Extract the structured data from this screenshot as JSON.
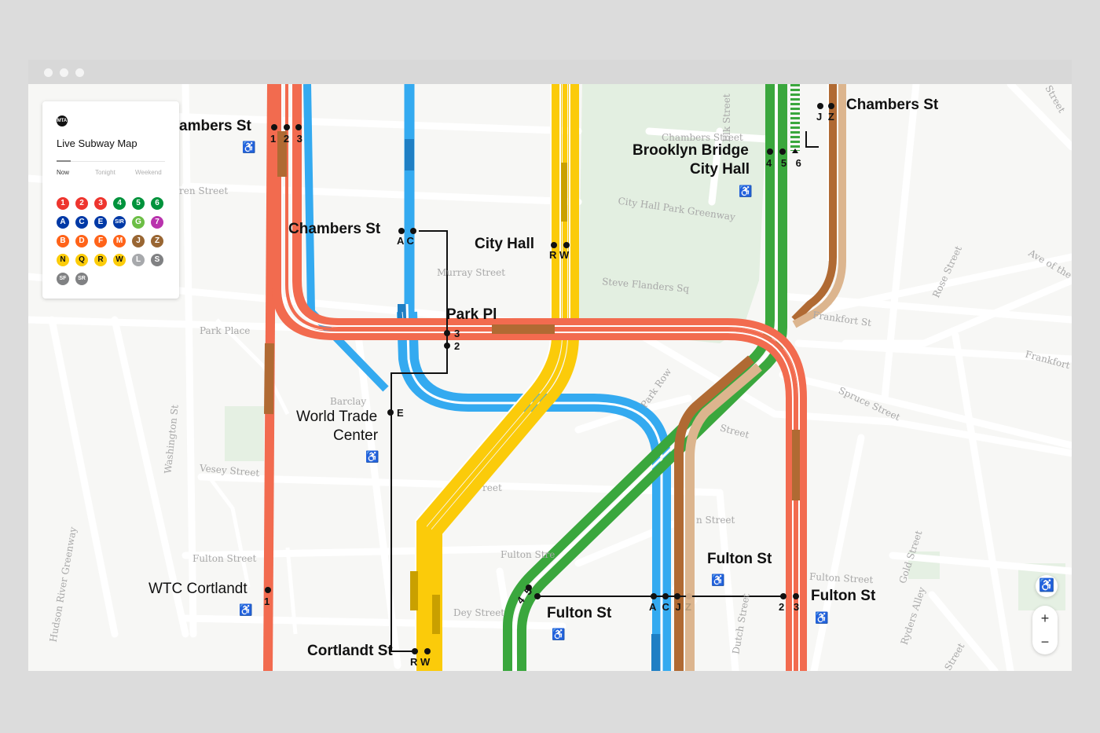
{
  "window": {
    "controls": [
      "close",
      "minimize",
      "maximize"
    ]
  },
  "panel": {
    "logo": "MTA",
    "title": "Live Subway Map",
    "tabs": [
      "Now",
      "Tonight",
      "Weekend"
    ],
    "active_tab": "Now",
    "routes": [
      {
        "label": "1",
        "color": "#ee352e"
      },
      {
        "label": "2",
        "color": "#ee352e"
      },
      {
        "label": "3",
        "color": "#ee352e"
      },
      {
        "label": "4",
        "color": "#00933c"
      },
      {
        "label": "5",
        "color": "#00933c"
      },
      {
        "label": "6",
        "color": "#00933c"
      },
      {
        "label": "A",
        "color": "#0039a6"
      },
      {
        "label": "C",
        "color": "#0039a6"
      },
      {
        "label": "E",
        "color": "#0039a6"
      },
      {
        "label": "SIR",
        "color": "#0039a6"
      },
      {
        "label": "G",
        "color": "#6cbe45"
      },
      {
        "label": "7",
        "color": "#b933ad"
      },
      {
        "label": "B",
        "color": "#ff6319"
      },
      {
        "label": "D",
        "color": "#ff6319"
      },
      {
        "label": "F",
        "color": "#ff6319"
      },
      {
        "label": "M",
        "color": "#ff6319"
      },
      {
        "label": "J",
        "color": "#996633"
      },
      {
        "label": "Z",
        "color": "#996633"
      },
      {
        "label": "N",
        "color": "#fccc0a"
      },
      {
        "label": "Q",
        "color": "#fccc0a"
      },
      {
        "label": "R",
        "color": "#fccc0a"
      },
      {
        "label": "W",
        "color": "#fccc0a"
      },
      {
        "label": "L",
        "color": "#a7a9ac"
      },
      {
        "label": "S",
        "color": "#808183"
      },
      {
        "label": "SF",
        "color": "#808183"
      },
      {
        "label": "SR",
        "color": "#808183"
      }
    ]
  },
  "stations": {
    "chambers_123": {
      "name": "ambers St",
      "routes": "1 2 3"
    },
    "chambers_ac": {
      "name": "Chambers St",
      "routes": "A C"
    },
    "city_hall": {
      "name": "City Hall",
      "routes": "R W"
    },
    "park_pl": {
      "name": "Park Pl",
      "routes": [
        "3",
        "2"
      ]
    },
    "wtc": {
      "name_line1": "World Trade",
      "name_line2": "Center",
      "routes": "E"
    },
    "brooklyn_bridge": {
      "name_line1": "Brooklyn Bridge",
      "name_line2": "City Hall",
      "routes": "4 5 6"
    },
    "chambers_jz": {
      "name": "Chambers St",
      "routes": "J Z"
    },
    "wtc_cortlandt": {
      "name": "WTC Cortlandt",
      "routes": "1"
    },
    "cortlandt": {
      "name": "Cortlandt St",
      "routes": "R W"
    },
    "fulton_45": {
      "name": "Fulton St",
      "routes": "4 5"
    },
    "fulton_acjz": {
      "name": "Fulton St",
      "routes": "A C J",
      "routes_muted": "Z"
    },
    "fulton_23": {
      "name": "Fulton St",
      "routes": "2 3"
    }
  },
  "streets": [
    "ren Street",
    "Chambers Street",
    "Elk Street",
    "City Hall Park Greenway",
    "Murray Street",
    "Steve Flanders Sq",
    "Park Place",
    "Barclay",
    "Vesey Street",
    "Washington St",
    "Fulton Street",
    "Fulton Stre",
    "Fulton Street",
    "Dey Street",
    "Dutch Street",
    "Gold Street",
    "Ryders Alley",
    "Spruce Street",
    "Frankfort St",
    "Frankfort",
    "Rose Street",
    "Ave of the",
    "Park Row",
    "n Street",
    "reet",
    "Street",
    "Hudson River Greenway",
    "Street",
    "Street"
  ],
  "icons": [
    "accessible-icon",
    "locate-icon",
    "zoom-in-icon",
    "zoom-out-icon"
  ],
  "controls": {
    "zoom_in": "+",
    "zoom_out": "−",
    "accessibility": "♿"
  },
  "accessible_symbol": "♿",
  "colors": {
    "red": "#f26b4f",
    "blue": "#34aaf0",
    "yellow": "#fbcb0a",
    "green": "#3aa73d",
    "brown": "#b06a33",
    "tan": "#dcb58e"
  }
}
